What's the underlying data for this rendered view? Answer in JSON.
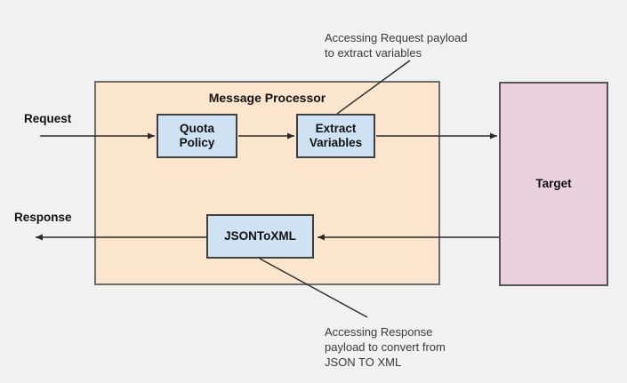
{
  "colors": {
    "background": "#f1f1f2",
    "processor_fill": "#fce5cd",
    "processor_border": "#6e6e6e",
    "policy_box_fill": "#cfe2f3",
    "policy_box_border": "#404040",
    "target_fill": "#ead1dc",
    "target_border": "#565656",
    "line_color": "#2b2b2b",
    "label_text": "#111111",
    "annotation_text": "#3a3a3a"
  },
  "diagram": {
    "processor_title": "Message Processor",
    "request_label": "Request",
    "response_label": "Response",
    "boxes": {
      "quota_policy": "Quota\nPolicy",
      "extract_variables": "Extract\nVariables",
      "jsontoxml": "JSONToXML",
      "target": "Target"
    },
    "annotations": {
      "top": "Accessing Request payload\nto extract variables",
      "bottom": "Accessing Response\npayload to convert from\nJSON TO XML"
    }
  }
}
